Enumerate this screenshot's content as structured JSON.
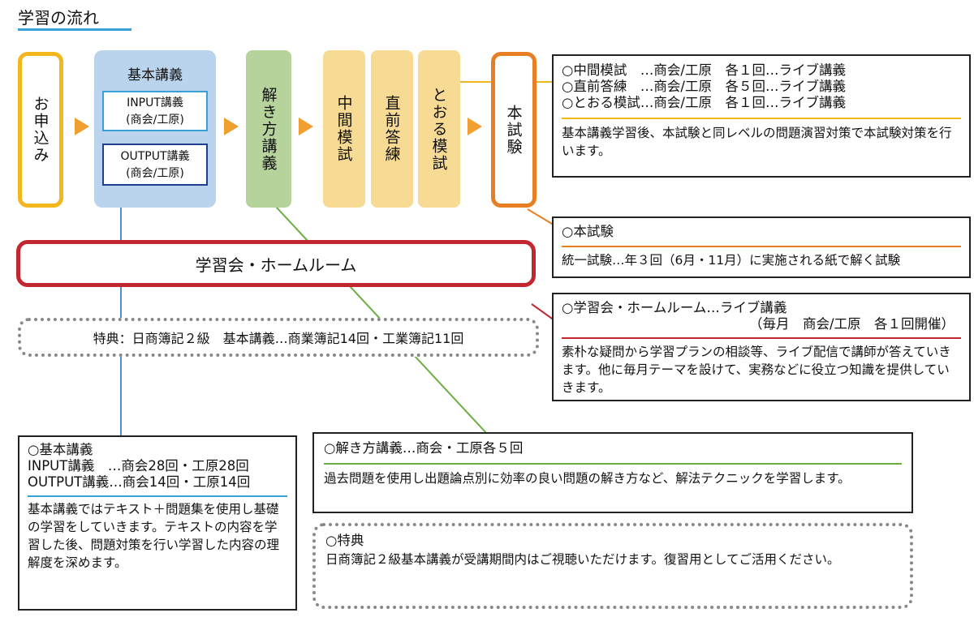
{
  "title": "学習の流れ",
  "flow": {
    "apply": "お申込み",
    "basic": {
      "heading": "基本講義",
      "input_line1": "INPUT講義",
      "input_line2": "(商会/工原)",
      "output_line1": "OUTPUT講義",
      "output_line2": "(商会/工原)"
    },
    "solving": "解き方講義",
    "mock1": "中間模試",
    "mock2": "直前答練",
    "mock3": "とおる模試",
    "exam": "本試験",
    "homeroom": "学習会・ホームルーム",
    "perk": "特典：日商簿記２級　基本講義…商業簿記14回・工業簿記11回"
  },
  "info_mock": {
    "line1": "○中間模試　…商会/工原　各１回…ライブ講義",
    "line2": "○直前答練　…商会/工原　各５回…ライブ講義",
    "line3": "○とおる模試…商会/工原　各１回…ライブ講義",
    "body": "基本講義学習後、本試験と同レベルの問題演習対策で本試験対策を行います。"
  },
  "info_exam": {
    "heading": "○本試験",
    "body": "統一試験…年３回（6月・11月）に実施される紙で解く試験"
  },
  "info_homeroom": {
    "line1": "○学習会・ホームルーム…ライブ講義",
    "line2": "（毎月　商会/工原　各１回開催）",
    "body": "素朴な疑問から学習プランの相談等、ライブ配信で講師が答えていきます。他に毎月テーマを設けて、実務などに役立つ知識を提供していきます。"
  },
  "info_basic": {
    "line1": "○基本講義",
    "line2": "INPUT講義　…商会28回・工原28回",
    "line3": "OUTPUT講義…商会14回・工原14回",
    "body": "基本講義ではテキスト＋問題集を使用し基礎の学習をしていきます。テキストの内容を学習した後、問題対策を行い学習した内容の理解度を深めます。"
  },
  "info_solving": {
    "heading": "○解き方講義…商会・工原各５回",
    "body": "過去問題を使用し出題論点別に効率の良い問題の解き方など、解法テクニックを学習します。"
  },
  "info_perk": {
    "heading": "○特典",
    "body": "日商簿記２級基本講義が受講期間内はご視聴いただけます。復習用としてご活用ください。"
  },
  "colors": {
    "accent_blue": "#3aa0d8",
    "apply_border": "#f2b71c",
    "basic_fill": "#b9d4ec",
    "solving_fill": "#b6d39b",
    "mock_fill": "#f7da93",
    "exam_border": "#e87f23",
    "homeroom_border": "#c2262e",
    "arrow": "#f0a030",
    "line_blue": "#4e8fc9",
    "line_green": "#6aae40"
  }
}
